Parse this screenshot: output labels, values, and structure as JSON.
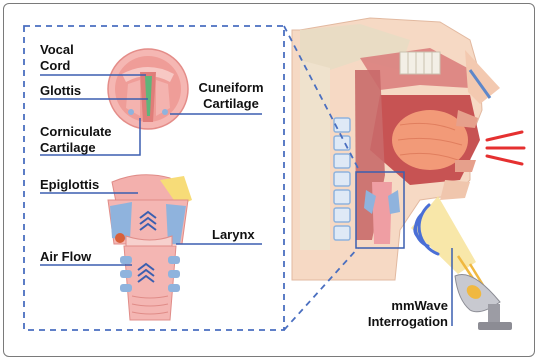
{
  "labels": {
    "vocal_cord": [
      "Vocal",
      "Cord"
    ],
    "glottis": "Glottis",
    "cuneiform": [
      "Cuneiform",
      "Cartilage"
    ],
    "corniculate": [
      "Corniculate",
      "Cartilage"
    ],
    "epiglottis": "Epiglottis",
    "larynx": "Larynx",
    "air_flow": "Air Flow",
    "mmwave": [
      "mmWave",
      "Interrogation"
    ]
  },
  "colors": {
    "dashed_box": "#4a6fc0",
    "leader_line": "#3b5fb0",
    "tissue_pink": "#f2a9a5",
    "cartilage_blue": "#8fb3dd",
    "wave_blue": "#4a6fd6",
    "beam_yellow": "#f7e39a",
    "dish_gray": "#b8b8c0",
    "red_signal": "#e53030"
  }
}
